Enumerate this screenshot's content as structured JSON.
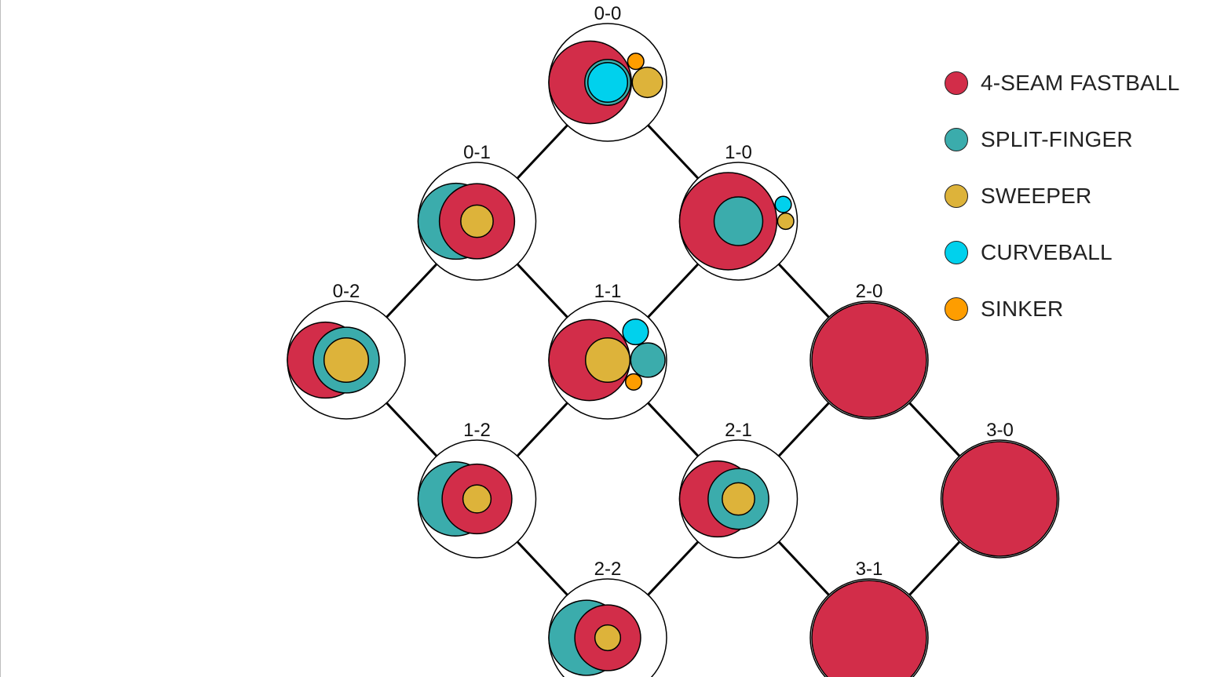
{
  "pitch_types": [
    {
      "key": "fastball",
      "label": "4-SEAM FASTBALL",
      "color": "#d22d49"
    },
    {
      "key": "split",
      "label": "SPLIT-FINGER",
      "color": "#3bacac"
    },
    {
      "key": "sweeper",
      "label": "SWEEPER",
      "color": "#ddb33a"
    },
    {
      "key": "curve",
      "label": "CURVEBALL",
      "color": "#00d1ed"
    },
    {
      "key": "sinker",
      "label": "SINKER",
      "color": "#fe9d00"
    }
  ],
  "counts": [
    {
      "label": "0-0",
      "balls": 0,
      "strikes": 0,
      "mix": {
        "fastball": 0.52,
        "split": 0.16,
        "sweeper": 0.07,
        "curve": 0.12,
        "sinker": 0.02
      }
    },
    {
      "label": "0-1",
      "balls": 0,
      "strikes": 1,
      "mix": {
        "fastball": 0.43,
        "split": 0.44,
        "sweeper": 0.08
      }
    },
    {
      "label": "1-0",
      "balls": 1,
      "strikes": 0,
      "mix": {
        "fastball": 0.72,
        "split": 0.18,
        "sweeper": 0.02,
        "curve": 0.02
      }
    },
    {
      "label": "0-2",
      "balls": 0,
      "strikes": 2,
      "mix": {
        "fastball": 0.44,
        "split": 0.33,
        "sweeper": 0.15
      }
    },
    {
      "label": "1-1",
      "balls": 1,
      "strikes": 1,
      "mix": {
        "fastball": 0.5,
        "split": 0.09,
        "sweeper": 0.15,
        "curve": 0.05,
        "sinker": 0.02
      }
    },
    {
      "label": "2-0",
      "balls": 2,
      "strikes": 0,
      "mix": {
        "fastball": 1.0
      }
    },
    {
      "label": "1-2",
      "balls": 1,
      "strikes": 2,
      "mix": {
        "split": 0.42,
        "fastball": 0.37,
        "sweeper": 0.06
      }
    },
    {
      "label": "2-1",
      "balls": 2,
      "strikes": 1,
      "mix": {
        "fastball": 0.44,
        "split": 0.28,
        "sweeper": 0.08
      }
    },
    {
      "label": "3-0",
      "balls": 3,
      "strikes": 0,
      "mix": {
        "fastball": 1.0
      }
    },
    {
      "label": "2-2",
      "balls": 2,
      "strikes": 2,
      "mix": {
        "split": 0.43,
        "fastball": 0.33,
        "sweeper": 0.05
      }
    },
    {
      "label": "3-1",
      "balls": 3,
      "strikes": 1,
      "mix": {
        "fastball": 1.0
      }
    }
  ],
  "transitions": [
    [
      "0-0",
      "0-1"
    ],
    [
      "0-0",
      "1-0"
    ],
    [
      "0-1",
      "0-2"
    ],
    [
      "0-1",
      "1-1"
    ],
    [
      "1-0",
      "1-1"
    ],
    [
      "1-0",
      "2-0"
    ],
    [
      "0-2",
      "1-2"
    ],
    [
      "1-1",
      "1-2"
    ],
    [
      "1-1",
      "2-1"
    ],
    [
      "2-0",
      "2-1"
    ],
    [
      "2-0",
      "3-0"
    ],
    [
      "1-2",
      "2-2"
    ],
    [
      "2-1",
      "2-2"
    ],
    [
      "2-1",
      "3-1"
    ],
    [
      "3-0",
      "3-1"
    ]
  ]
}
